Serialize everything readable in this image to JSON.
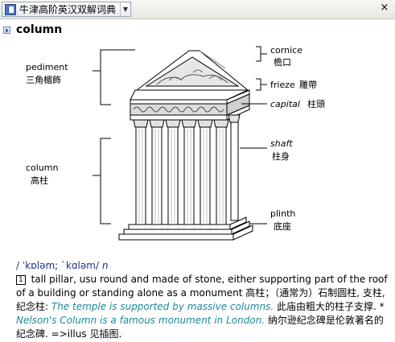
{
  "toolbar": {
    "dictionary": "牛津高阶英汉双解词典",
    "close_symbol": "×"
  },
  "entry": {
    "headword": "column",
    "pronunciation": "/ ˈkɒləm; ˋkɑləm/",
    "pos": "n",
    "sense_number": "1",
    "definition_en": "tall pillar, usu round and made of stone, either supporting part of the roof of a building or standing alone as a monument",
    "definition_zh": "高柱；（通常为）石制圆柱, 支柱, 纪念柱:",
    "example1_en": "The temple is supported by massive columns.",
    "example1_zh": "此庙由粗大的柱子支撑.",
    "bullet": "*",
    "example2_en": "Nelson's Column is a famous monument in London.",
    "example2_zh": "纳尔逊纪念碑是伦敦著名的纪念碑.",
    "see_illus": "=>illus 见插图."
  },
  "illustration": {
    "labels": {
      "pediment_en": "pediment",
      "pediment_zh": "三角楣飾",
      "cornice_en": "cornice",
      "cornice_zh": "檐口",
      "frieze_en": "frieze",
      "frieze_zh": "雕帶",
      "capital_en": "capital",
      "capital_zh": "柱頭",
      "column_en": "column",
      "column_zh": "高柱",
      "shaft_en": "shaft",
      "shaft_zh": "柱身",
      "plinth_en": "plinth",
      "plinth_zh": "底座"
    }
  }
}
